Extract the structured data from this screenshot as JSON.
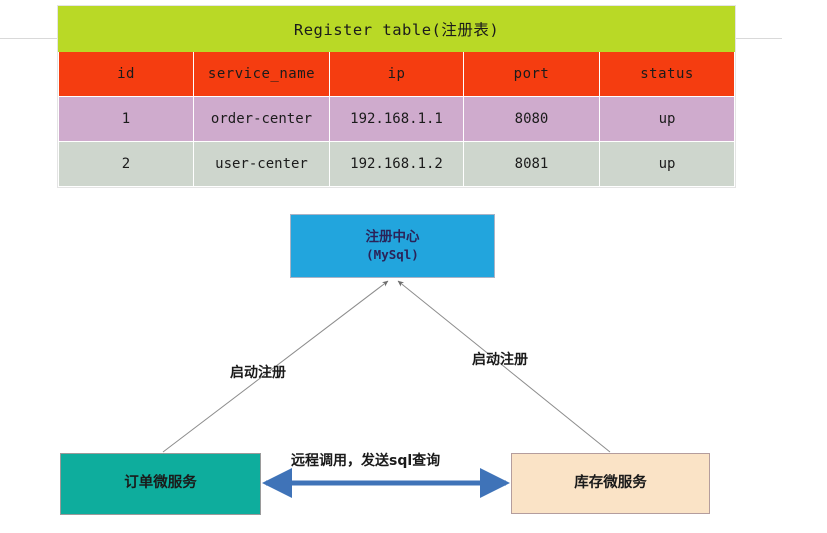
{
  "table": {
    "title": "Register table(注册表)",
    "columns": [
      "id",
      "service_name",
      "ip",
      "port",
      "status"
    ],
    "rows": [
      [
        "1",
        "order-center",
        "192.168.1.1",
        "8080",
        "up"
      ],
      [
        "2",
        "user-center",
        "192.168.1.2",
        "8081",
        "up"
      ]
    ],
    "colors": {
      "title_bg": "#b9d926",
      "header_bg": "#f53d10",
      "row1_bg": "#cfabcd",
      "row2_bg": "#ced6cd"
    }
  },
  "diagram": {
    "nodes": {
      "registry": {
        "title": "注册中心",
        "subtitle": "(MySql)",
        "color": "#22a5dd"
      },
      "order": {
        "title": "订单微服务",
        "color": "#0ead9d"
      },
      "stock": {
        "title": "库存微服务",
        "color": "#fae3c6"
      }
    },
    "edges": {
      "order_register": "启动注册",
      "stock_register": "启动注册",
      "rpc": "远程调用，发送sql查询"
    },
    "colors": {
      "thin_line": "#8c8c8c",
      "rpc_arrow": "#3f73b8"
    }
  }
}
